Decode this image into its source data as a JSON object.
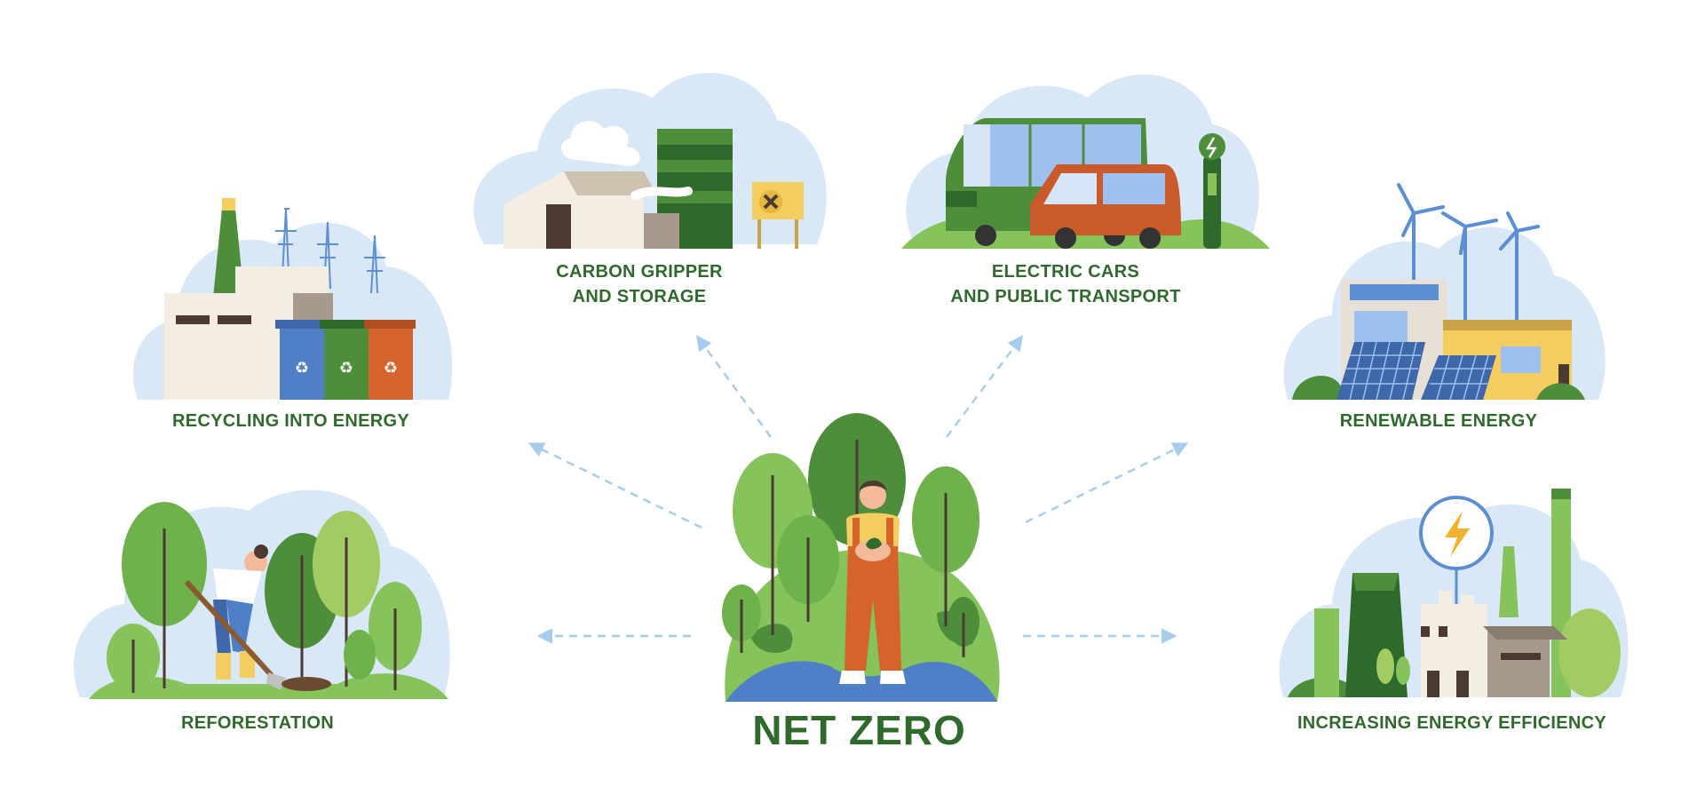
{
  "center": {
    "title": "NET ZERO"
  },
  "topics": {
    "carbon": {
      "line1": "CARBON GRIPPER",
      "line2": "AND STORAGE"
    },
    "electric": {
      "line1": "ELECTRIC CARS",
      "line2": "AND PUBLIC TRANSPORT"
    },
    "recycling": {
      "label": "RECYCLING INTO ENERGY"
    },
    "renewable": {
      "label": "RENEWABLE ENERGY"
    },
    "reforestation": {
      "label": "REFORESTATION"
    },
    "efficiency": {
      "label": "INCREASING ENERGY EFFICIENCY"
    }
  },
  "colors": {
    "label_green": "#2f6a2c",
    "cloud_blue": "#d9e8f6",
    "arrow_blue": "#a8cdea"
  }
}
